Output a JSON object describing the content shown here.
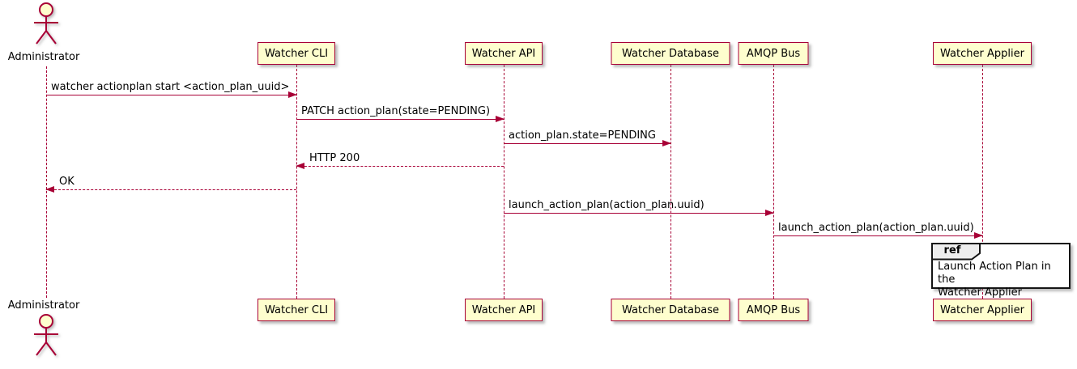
{
  "diagram": {
    "type": "uml-sequence-diagram",
    "colors": {
      "participant_fill": "#FEFECE",
      "participant_border": "#A80036",
      "line_color": "#A80036",
      "text_color": "#000000",
      "ref_border": "#151515",
      "ref_tab_fill": "#EDEDED",
      "background": "#FFFFFF"
    },
    "actor": {
      "name": "Administrator"
    },
    "participants": [
      {
        "label": "Watcher CLI"
      },
      {
        "label": "Watcher API"
      },
      {
        "label": "Watcher Database"
      },
      {
        "label": "AMQP Bus"
      },
      {
        "label": "Watcher Applier"
      }
    ],
    "messages": [
      {
        "from": "Administrator",
        "to": "Watcher CLI",
        "style": "solid",
        "label": "watcher actionplan start <action_plan_uuid>"
      },
      {
        "from": "Watcher CLI",
        "to": "Watcher API",
        "style": "solid",
        "label": "PATCH action_plan(state=PENDING)"
      },
      {
        "from": "Watcher API",
        "to": "Watcher Database",
        "style": "solid",
        "label": "action_plan.state=PENDING"
      },
      {
        "from": "Watcher API",
        "to": "Watcher CLI",
        "style": "dashed-return",
        "label": "HTTP 200"
      },
      {
        "from": "Watcher CLI",
        "to": "Administrator",
        "style": "dashed-return",
        "label": "OK"
      },
      {
        "from": "Watcher API",
        "to": "AMQP Bus",
        "style": "solid",
        "label": "launch_action_plan(action_plan.uuid)"
      },
      {
        "from": "AMQP Bus",
        "to": "Watcher Applier",
        "style": "solid",
        "label": "launch_action_plan(action_plan.uuid)"
      }
    ],
    "ref_fragment": {
      "tag": "ref",
      "over": "Watcher Applier",
      "text": "Launch Action Plan in the\nWatcher Applier"
    }
  }
}
